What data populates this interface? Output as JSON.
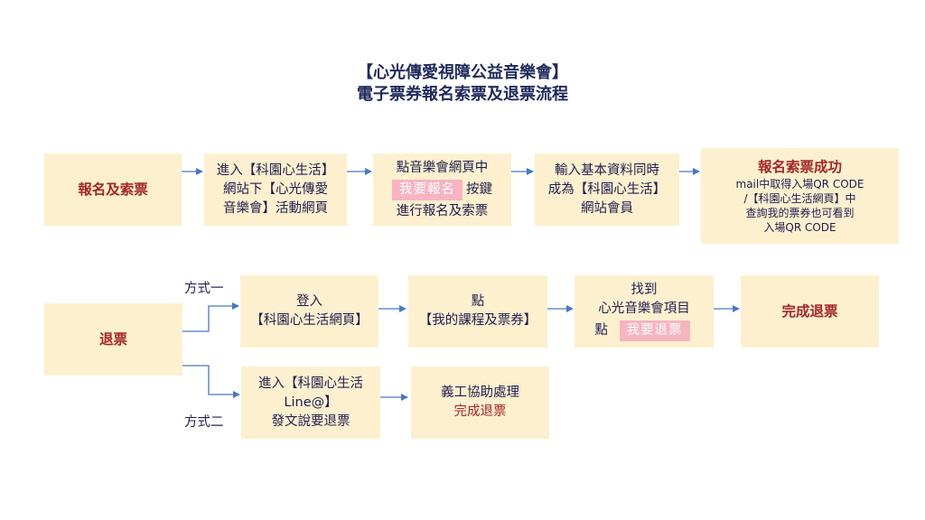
{
  "title": {
    "line1": "【心光傳愛視障公益音樂會】",
    "line2": "電子票券報名索票及退票流程"
  },
  "row1": {
    "start": "報名及索票",
    "step1": [
      "進入【科園心生活】",
      "網站下【心光傳愛",
      "音樂會】活動網頁"
    ],
    "step2": {
      "line1": "點音樂會網頁中",
      "button": "我要報名",
      "after_button": "按鍵",
      "line3": "進行報名及索票"
    },
    "step3": [
      "輸入基本資料同時",
      "成為【科園心生活】",
      "網站會員"
    ],
    "result": {
      "headline": "報名索票成功",
      "lines": [
        "mail中取得入場QR CODE",
        "/【科園心生活網頁】中",
        "查詢我的票券也可看到",
        "入場QR CODE"
      ]
    }
  },
  "refund": {
    "start": "退票",
    "method1_label": "方式一",
    "method2_label": "方式二",
    "method1": {
      "step1": [
        "登入",
        "【科園心生活網頁】"
      ],
      "step2": [
        "點",
        "【我的課程及票券】"
      ],
      "step3": {
        "line1": "找到",
        "line2": "心光音樂會項目",
        "prefix": "點",
        "button": "我要退票"
      },
      "result": "完成退票"
    },
    "method2": {
      "step1": [
        "進入【科園心生活",
        "Line@】",
        "發文說要退票"
      ],
      "step2": {
        "line1": "義工協助處理",
        "line2": "完成退票"
      }
    }
  },
  "colors": {
    "box_fill": "#fdf0cf",
    "arrow": "#4a78c2",
    "accent_red": "#a3262a",
    "button_pink": "#f7b4c2",
    "title_text": "#1f2a5c"
  }
}
